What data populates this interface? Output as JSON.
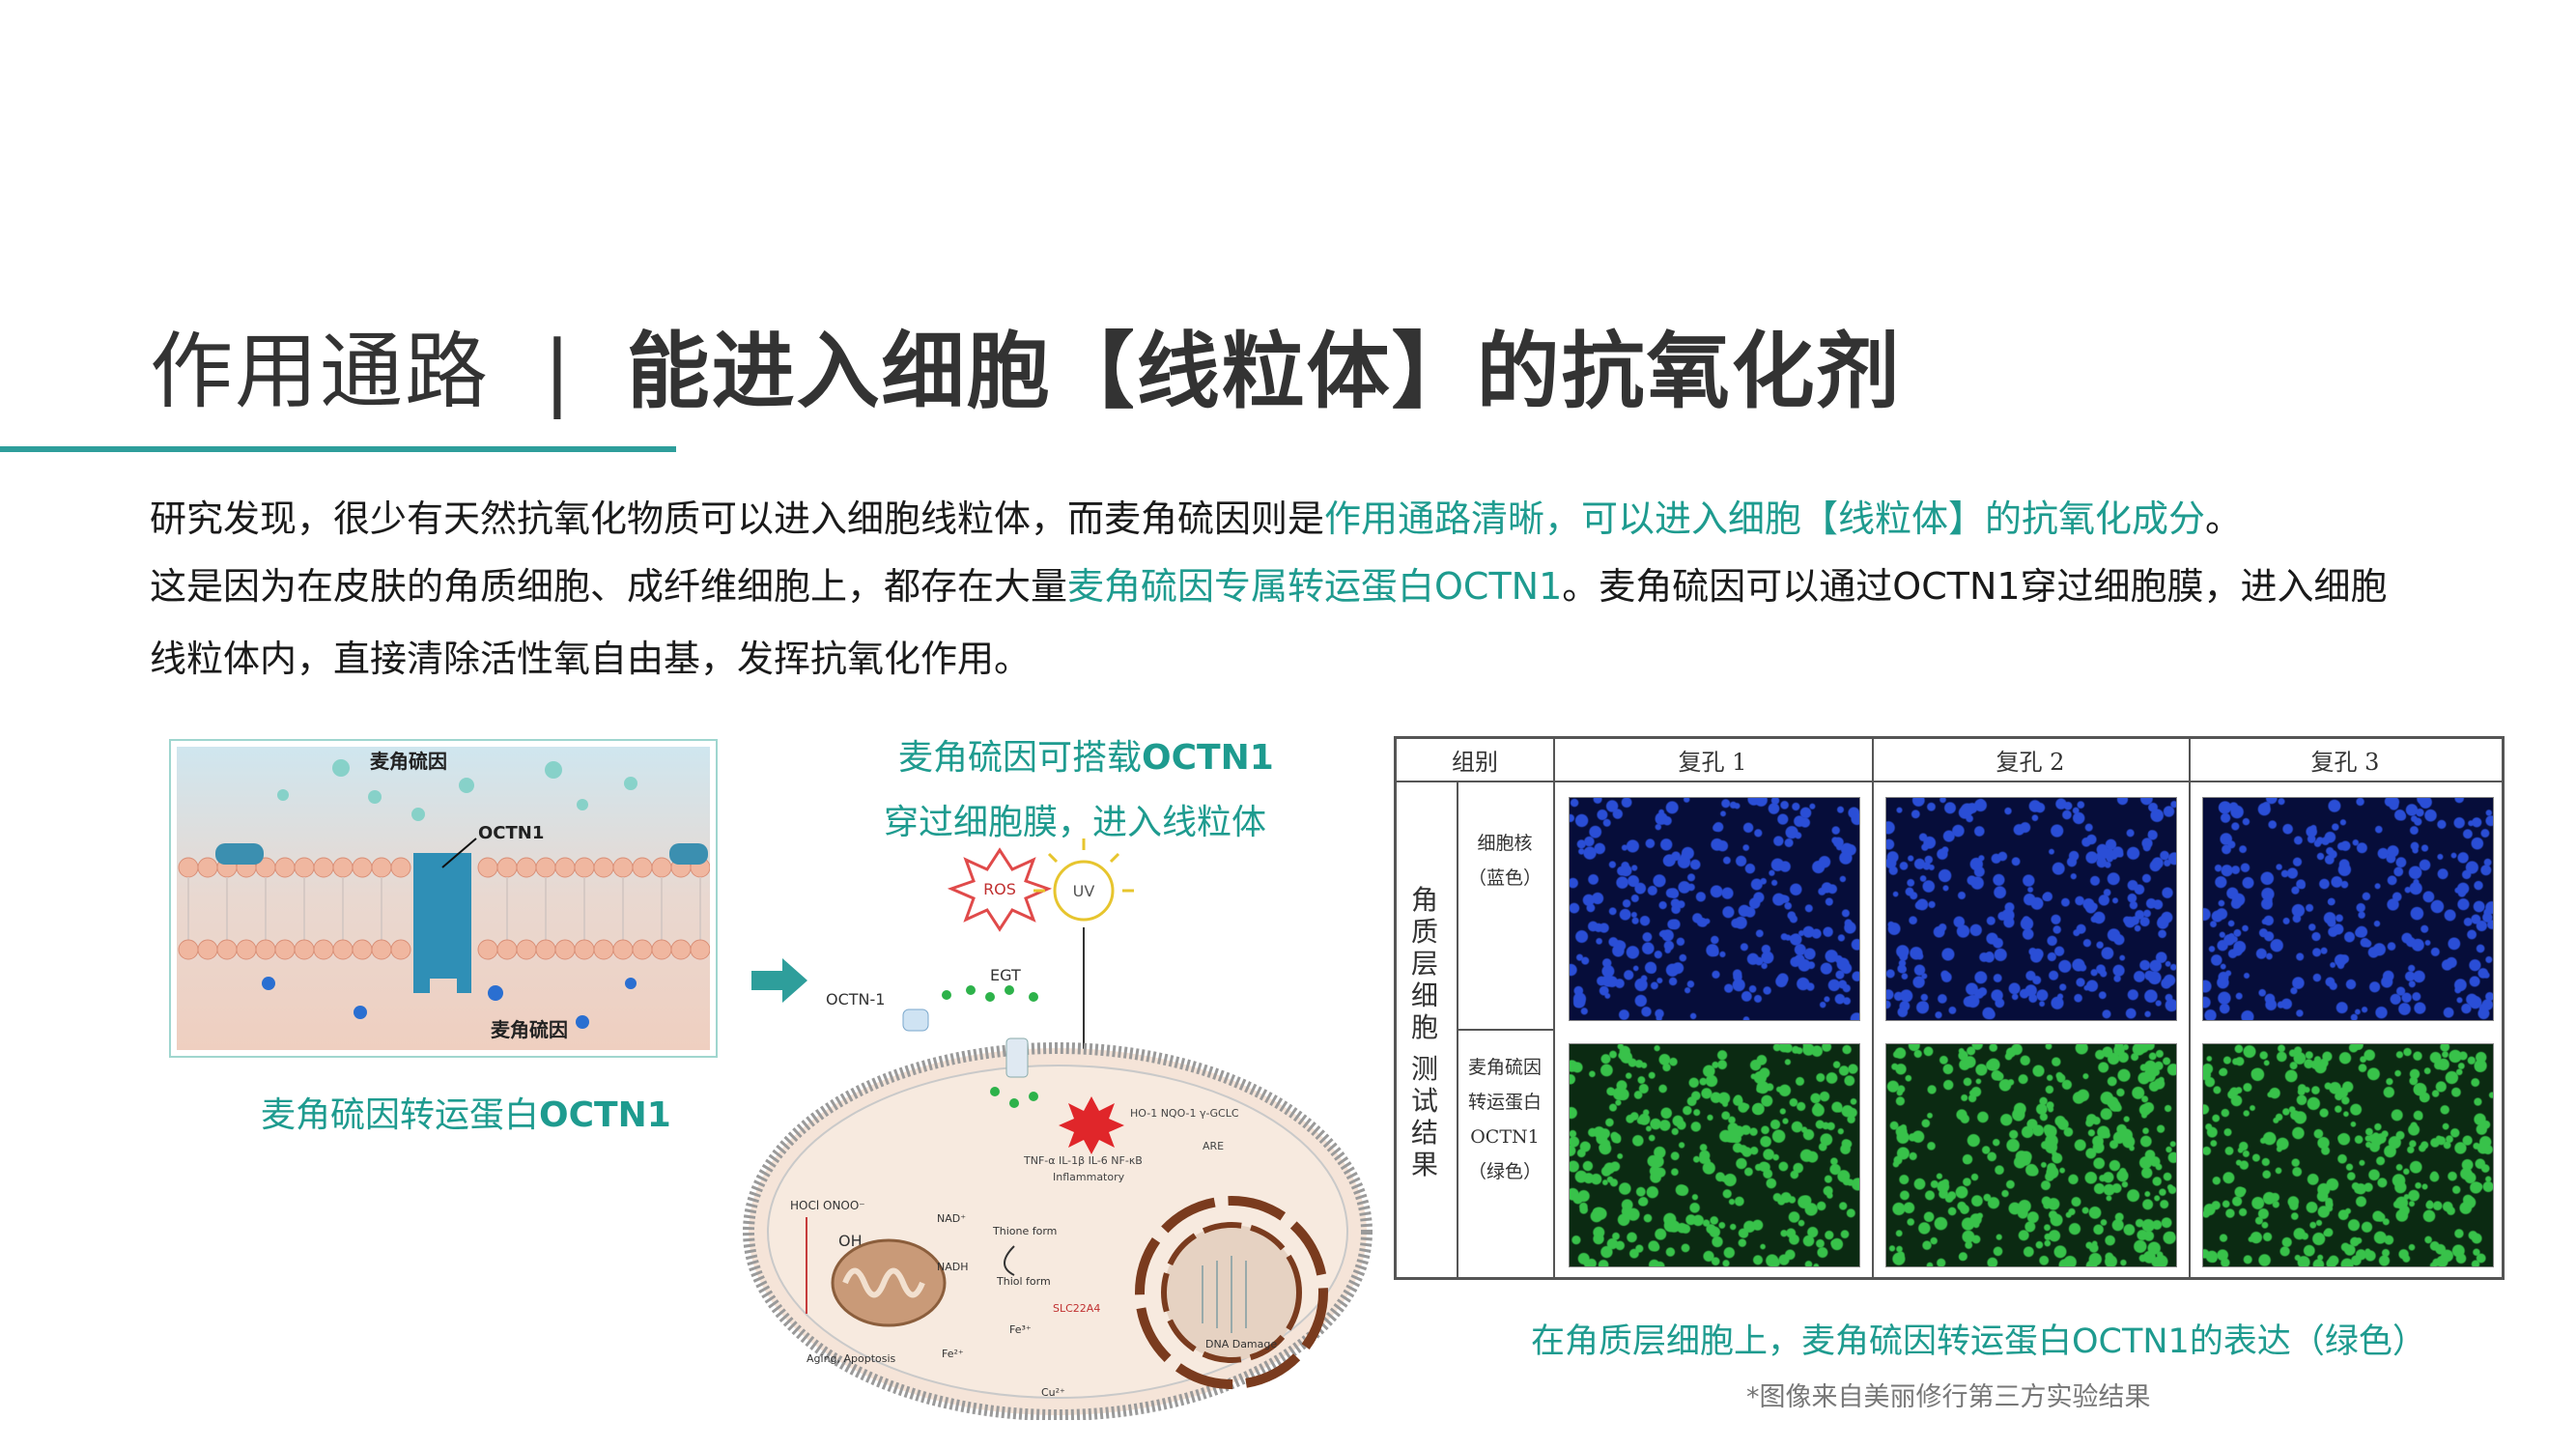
{
  "title": {
    "prefix": "作用通路",
    "separator": "|",
    "main": "能进入细胞【线粒体】的抗氧化剂"
  },
  "body": {
    "line1_a": "研究发现，很少有天然抗氧化物质可以进入细胞线粒体，而麦角硫因则是",
    "line1_b": "作用通路清晰，可以进入细胞【线粒体】的抗氧化成分",
    "line1_c": "。",
    "line2_a": "这是因为在皮肤的角质细胞、成纤维细胞上，都存在大量",
    "line2_b": "麦角硫因专属转运蛋白OCTN1",
    "line2_c": "。麦角硫因可以通过OCTN1穿过细胞膜，进入细胞",
    "line3": "线粒体内，直接清除活性氧自由基，发挥抗氧化作用。"
  },
  "left_figure": {
    "label_top": "麦角硫因",
    "label_octn1": "OCTN1",
    "label_bottom": "麦角硫因",
    "caption_a": "麦角硫因转运蛋白",
    "caption_b": "OCTN1"
  },
  "middle_figure": {
    "caption1_a": "麦角硫因可搭载",
    "caption1_b": "OCTN1",
    "caption2": "穿过细胞膜，进入线粒体",
    "labels": {
      "ros": "ROS",
      "uv": "UV",
      "egt": "EGT",
      "octn1": "OCTN-1",
      "hocl": "HOCl  ONOO⁻",
      "oh": "OH",
      "aging": "Aging, Apoptosis",
      "dna": "DNA Damage",
      "slc": "SLC22A4",
      "fe3": "Fe³⁺",
      "fe2": "Fe²⁺",
      "cu": "Cu²⁺",
      "inflam": "TNF-α IL-1β  IL-6 NF-κB",
      "inflammatory": "Inflammatory",
      "ho1": "HO-1  NQO-1 γ-GCLC",
      "are": "ARE",
      "thione": "Thione form",
      "thiol": "Thiol form",
      "nad": "NAD⁺",
      "nadh": "NADH"
    }
  },
  "right_figure": {
    "col_header_group": "组别",
    "col_headers": [
      "复孔 1",
      "复孔 2",
      "复孔 3"
    ],
    "vertical_title": "角质层细胞 测试结果",
    "row1_label": [
      "细胞核",
      "（蓝色）"
    ],
    "row2_label": [
      "麦角硫因",
      "转运蛋白",
      "OCTN1",
      "（绿色）"
    ],
    "caption": "在角质层细胞上，麦角硫因转运蛋白OCTN1的表达（绿色）",
    "note": "*图像来自美丽修行第三方实验结果"
  },
  "colors": {
    "accent": "#1e9b8f",
    "rule": "#2e9e9b",
    "nucleus": "#2a4ed6",
    "octn1_green": "#38c24a"
  }
}
